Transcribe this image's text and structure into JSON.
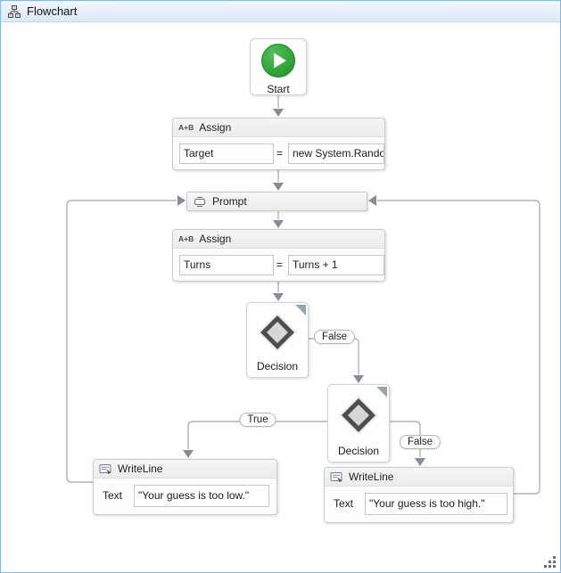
{
  "window": {
    "title": "Flowchart"
  },
  "nodes": {
    "start": {
      "label": "Start"
    },
    "assign1": {
      "icon_text": "A+B",
      "title": "Assign",
      "left_value": "Target",
      "operator": "=",
      "right_value": "new System.Random"
    },
    "prompt": {
      "title": "Prompt"
    },
    "assign2": {
      "icon_text": "A+B",
      "title": "Assign",
      "left_value": "Turns",
      "operator": "=",
      "right_value": "Turns + 1"
    },
    "decision1": {
      "label": "Decision"
    },
    "decision2": {
      "label": "Decision"
    },
    "writeline1": {
      "title": "WriteLine",
      "field_label": "Text",
      "value": "\"Your guess is too low.\""
    },
    "writeline2": {
      "title": "WriteLine",
      "field_label": "Text",
      "value": "\"Your guess is too high.\""
    }
  },
  "connectors": {
    "decision1_false_label": "False",
    "decision2_true_label": "True",
    "decision2_false_label": "False"
  },
  "colors": {
    "frame_border": "#86b8e6",
    "titlebar_gradient_top": "#f2f8fd",
    "titlebar_gradient_bottom": "#dbe8f6",
    "start_green": "#31a637",
    "connector_line": "#b0b4b8",
    "connector_arrow": "#878d94",
    "diamond_dark": "#4e4e4e",
    "diamond_fill": "#d6d6d6"
  }
}
